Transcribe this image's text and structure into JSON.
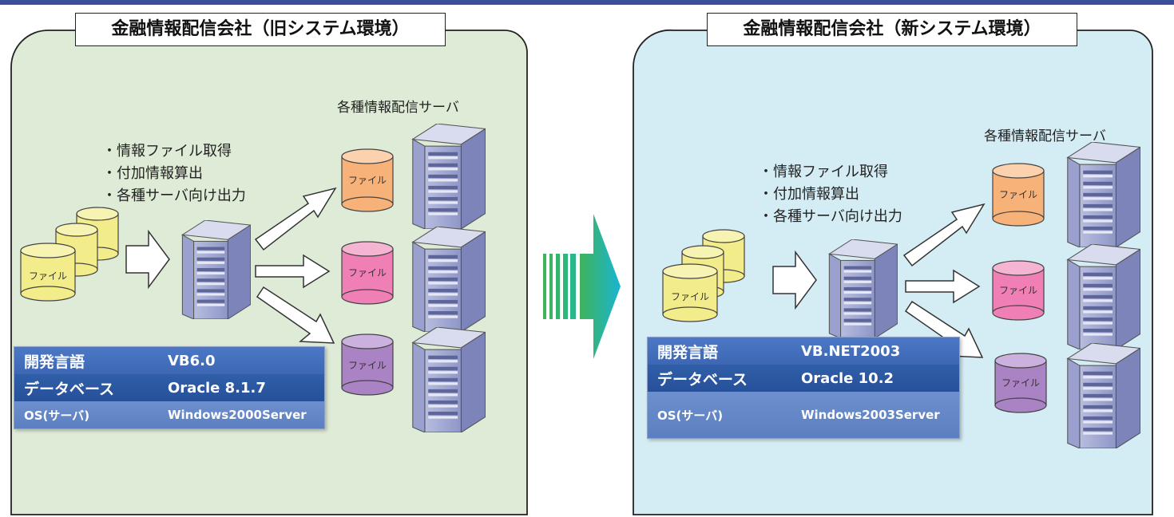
{
  "old_panel": {
    "title": "金融情報配信会社（旧システム環境）",
    "servers_heading": "各種情報配信サーバ",
    "bullets": [
      "・情報ファイル取得",
      "・付加情報算出",
      "・各種サーバ向け出力"
    ],
    "file_label": "ファイル",
    "spec_rows": [
      {
        "label": "開発言語",
        "value": "VB6.0"
      },
      {
        "label": "データベース",
        "value": "Oracle 8.1.7"
      },
      {
        "label": "OS(サーバ)",
        "value": "Windows2000Server"
      }
    ]
  },
  "new_panel": {
    "title": "金融情報配信会社（新システム環境）",
    "servers_heading": "各種情報配信サーバ",
    "bullets": [
      "・情報ファイル取得",
      "・付加情報算出",
      "・各種サーバ向け出力"
    ],
    "file_label": "ファイル",
    "spec_rows": [
      {
        "label": "開発言語",
        "value": "VB.NET2003"
      },
      {
        "label": "データベース",
        "value": "Oracle 10.2"
      },
      {
        "label": "OS(サーバ)",
        "value": "Windows2003Server"
      }
    ]
  },
  "colors": {
    "old_bg": "#deebd6",
    "new_bg": "#d4ecf3",
    "file_source": "#f3ec8a",
    "file_orange": "#f7b27a",
    "file_pink": "#ef7fb4",
    "file_purple": "#a983c3",
    "transition_arrow": "#21b8c6"
  }
}
